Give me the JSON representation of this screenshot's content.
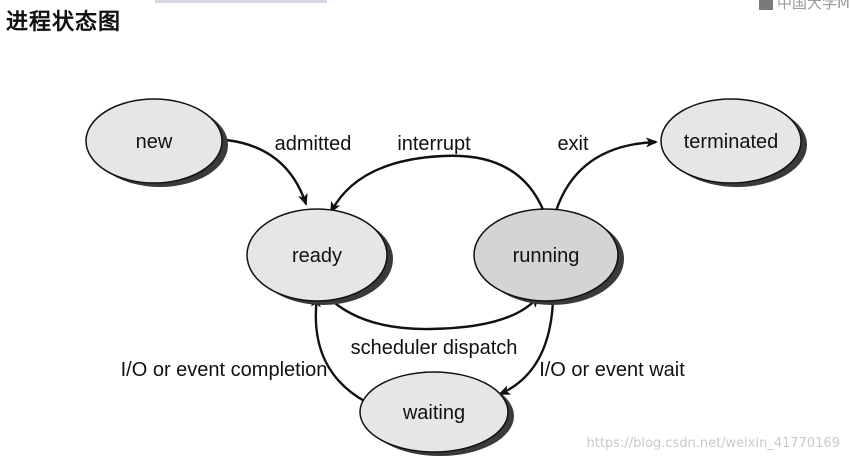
{
  "header": {
    "title": "进程状态图",
    "logo_text": "中国大学M"
  },
  "diagram": {
    "states": {
      "new": "new",
      "ready": "ready",
      "running": "running",
      "waiting": "waiting",
      "terminated": "terminated"
    },
    "transitions": {
      "admitted": "admitted",
      "interrupt": "interrupt",
      "exit": "exit",
      "scheduler_dispatch": "scheduler dispatch",
      "io_event_completion": "I/O or event completion",
      "io_event_wait": "I/O or event wait"
    },
    "colors": {
      "node_fill": "#e6e6e6",
      "running_fill": "#d4d4d4",
      "shadow": "#3a3a3a",
      "stroke": "#111111"
    }
  },
  "watermark": "https://blog.csdn.net/weixin_41770169"
}
